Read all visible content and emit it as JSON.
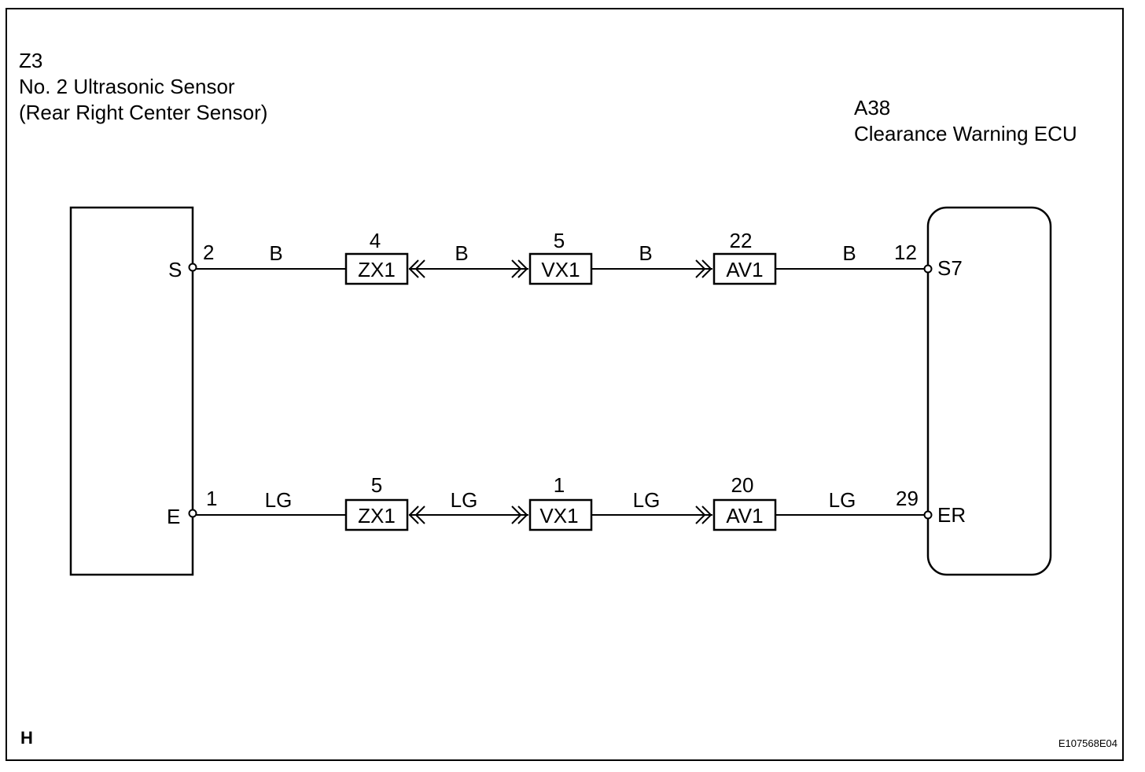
{
  "left_component": {
    "code": "Z3",
    "name": "No. 2 Ultrasonic Sensor",
    "detail": "(Rear Right Center Sensor)"
  },
  "right_component": {
    "code": "A38",
    "name": "Clearance Warning ECU"
  },
  "circuits": [
    {
      "left_terminal": "S",
      "left_pin": "2",
      "right_terminal": "S7",
      "right_pin": "12",
      "segment_colors": [
        "B",
        "B",
        "B",
        "B"
      ],
      "connectors": [
        {
          "name": "ZX1",
          "pin": "4"
        },
        {
          "name": "VX1",
          "pin": "5"
        },
        {
          "name": "AV1",
          "pin": "22"
        }
      ]
    },
    {
      "left_terminal": "E",
      "left_pin": "1",
      "right_terminal": "ER",
      "right_pin": "29",
      "segment_colors": [
        "LG",
        "LG",
        "LG",
        "LG"
      ],
      "connectors": [
        {
          "name": "ZX1",
          "pin": "5"
        },
        {
          "name": "VX1",
          "pin": "1"
        },
        {
          "name": "AV1",
          "pin": "20"
        }
      ]
    }
  ],
  "footer": {
    "corner_label": "H",
    "figure_id": "E107568E04"
  }
}
